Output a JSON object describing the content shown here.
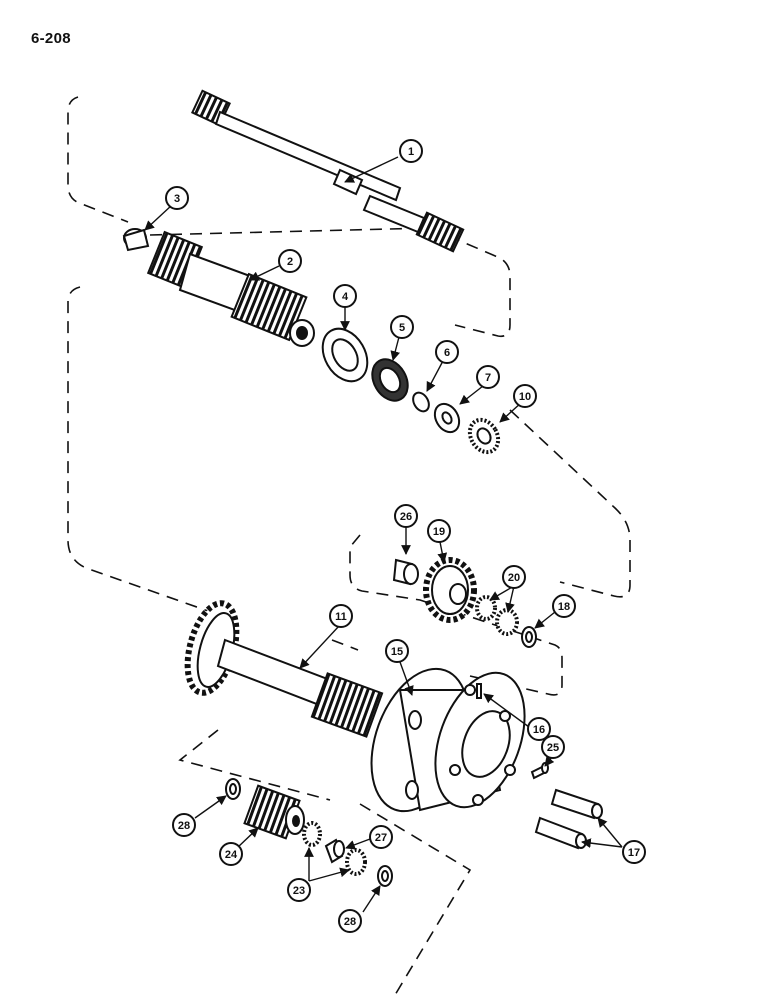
{
  "page_number": "6-208",
  "callouts": [
    "1",
    "2",
    "3",
    "4",
    "5",
    "6",
    "7",
    "10",
    "26",
    "19",
    "20",
    "18",
    "11",
    "15",
    "16",
    "25",
    "17",
    "28",
    "24",
    "23",
    "27",
    "28"
  ]
}
